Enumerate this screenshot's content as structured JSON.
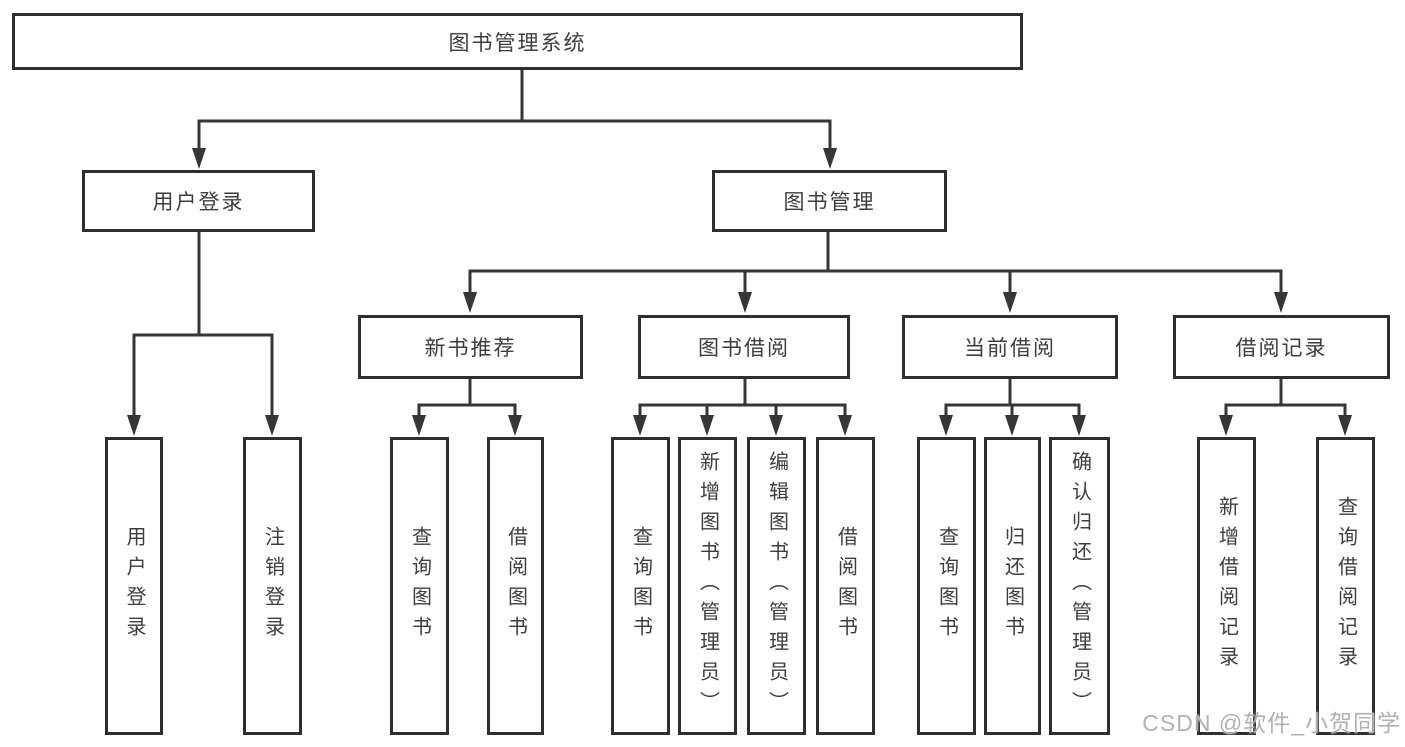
{
  "tree": {
    "root": "图书管理系统",
    "level2": [
      "用户登录",
      "图书管理"
    ],
    "level3": [
      "新书推荐",
      "图书借阅",
      "当前借阅",
      "借阅记录"
    ],
    "leaves": {
      "user_login": [
        "用户登录",
        "注销登录"
      ],
      "new_book": [
        "查询图书",
        "借阅图书"
      ],
      "book_borrow": [
        "查询图书",
        "新增图书（管理员）",
        "编辑图书（管理员）",
        "借阅图书"
      ],
      "current_borrow": [
        "查询图书",
        "归还图书",
        "确认归还（管理员）"
      ],
      "borrow_records": [
        "新增借阅记录",
        "查询借阅记录"
      ]
    }
  },
  "watermark": "CSDN @软件_小贺同学",
  "colors": {
    "line": "#363636",
    "border": "#2e2e2e",
    "text": "#3d3d3d",
    "background": "#ffffff",
    "watermark": "#b1b1b1"
  }
}
